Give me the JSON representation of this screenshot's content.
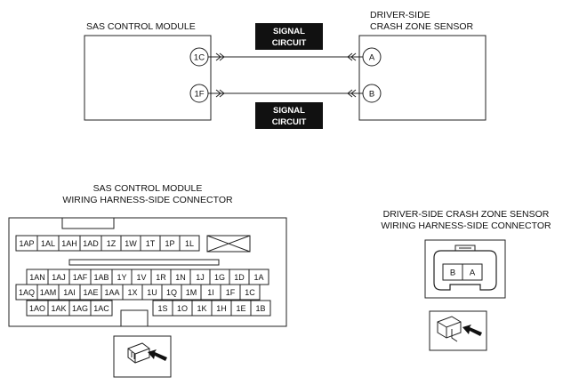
{
  "wiring": {
    "left_module": {
      "label": "SAS CONTROL MODULE",
      "pins": [
        "1C",
        "1F"
      ]
    },
    "right_module": {
      "label_line1": "DRIVER-SIDE",
      "label_line2": "CRASH ZONE SENSOR",
      "pins": [
        "A",
        "B"
      ]
    },
    "signal_labels": [
      {
        "line1": "SIGNAL",
        "line2": "CIRCUIT"
      },
      {
        "line1": "SIGNAL",
        "line2": "CIRCUIT"
      }
    ]
  },
  "sas_connector": {
    "title_line1": "SAS CONTROL MODULE",
    "title_line2": "WIRING HARNESS-SIDE CONNECTOR",
    "rows": [
      [
        "1AP",
        "1AL",
        "1AH",
        "1AD",
        "1Z",
        "1W",
        "1T",
        "1P",
        "1L"
      ],
      [
        "1AN",
        "1AJ",
        "1AF",
        "1AB",
        "1Y",
        "1V",
        "1R",
        "1N",
        "1J",
        "1G",
        "1D",
        "1A"
      ],
      [
        "1AQ",
        "1AM",
        "1AI",
        "1AE",
        "1AA",
        "1X",
        "1U",
        "1Q",
        "1M",
        "1I",
        "1F",
        "1C"
      ],
      [
        "1AO",
        "1AK",
        "1AG",
        "1AC",
        "1S",
        "1O",
        "1K",
        "1H",
        "1E",
        "1B"
      ]
    ]
  },
  "sensor_connector": {
    "title_line1": "DRIVER-SIDE CRASH ZONE SENSOR",
    "title_line2": "WIRING HARNESS-SIDE CONNECTOR",
    "pins": [
      "B",
      "A"
    ]
  },
  "icons": [
    "harness-plug-icon",
    "insertion-arrow-icon",
    "blank-pin-cross-icon"
  ]
}
